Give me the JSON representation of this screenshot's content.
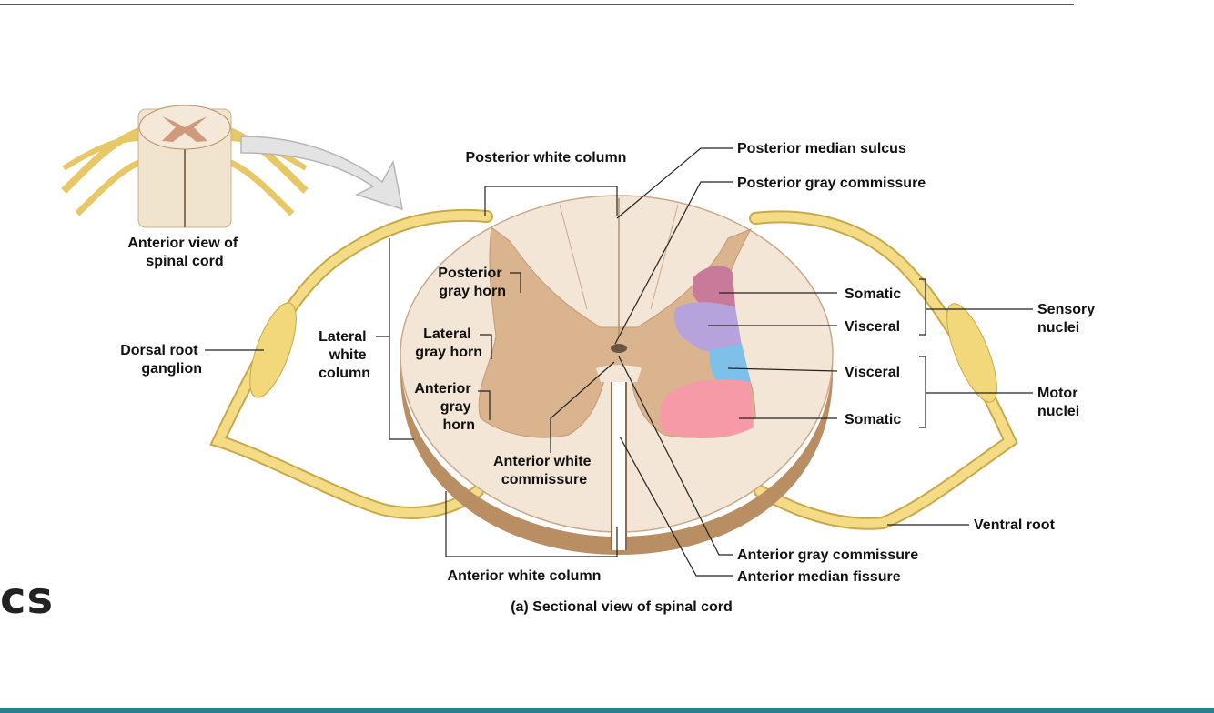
{
  "slide": {
    "partial_title": "cs"
  },
  "figure": {
    "caption": "(a) Sectional view of spinal cord",
    "labels": {
      "anterior_view": [
        "Anterior view of",
        "spinal cord"
      ],
      "posterior_white_column": "Posterior white column",
      "posterior_median_sulcus": "Posterior median sulcus",
      "posterior_gray_commissure": "Posterior gray commissure",
      "posterior_gray_horn": [
        "Posterior",
        "gray horn"
      ],
      "lateral_gray_horn": [
        "Lateral",
        "gray horn"
      ],
      "anterior_gray_horn": [
        "Anterior",
        "gray",
        "horn"
      ],
      "lateral_white_column": [
        "Lateral",
        "white",
        "column"
      ],
      "dorsal_root_ganglion": [
        "Dorsal root",
        "ganglion"
      ],
      "anterior_white_commissure": [
        "Anterior white",
        "commissure"
      ],
      "anterior_white_column": "Anterior white column",
      "anterior_gray_commissure": "Anterior gray commissure",
      "anterior_median_fissure": "Anterior median fissure",
      "ventral_root": "Ventral root",
      "somatic_sensory": "Somatic",
      "visceral_sensory": "Visceral",
      "visceral_motor": "Visceral",
      "somatic_motor": "Somatic",
      "sensory_nuclei": [
        "Sensory",
        "nuclei"
      ],
      "motor_nuclei": [
        "Motor",
        "nuclei"
      ]
    },
    "colors": {
      "white_matter": "#f3e6d6",
      "gray_matter": "#d9b48f",
      "edge": "#b98e63",
      "nerve": "#f2d87a",
      "somatic_sensory": "#c97a9a",
      "visceral_sensory": "#b7a3dc",
      "visceral_motor": "#7ec0ea",
      "somatic_motor": "#f59aa6"
    }
  }
}
